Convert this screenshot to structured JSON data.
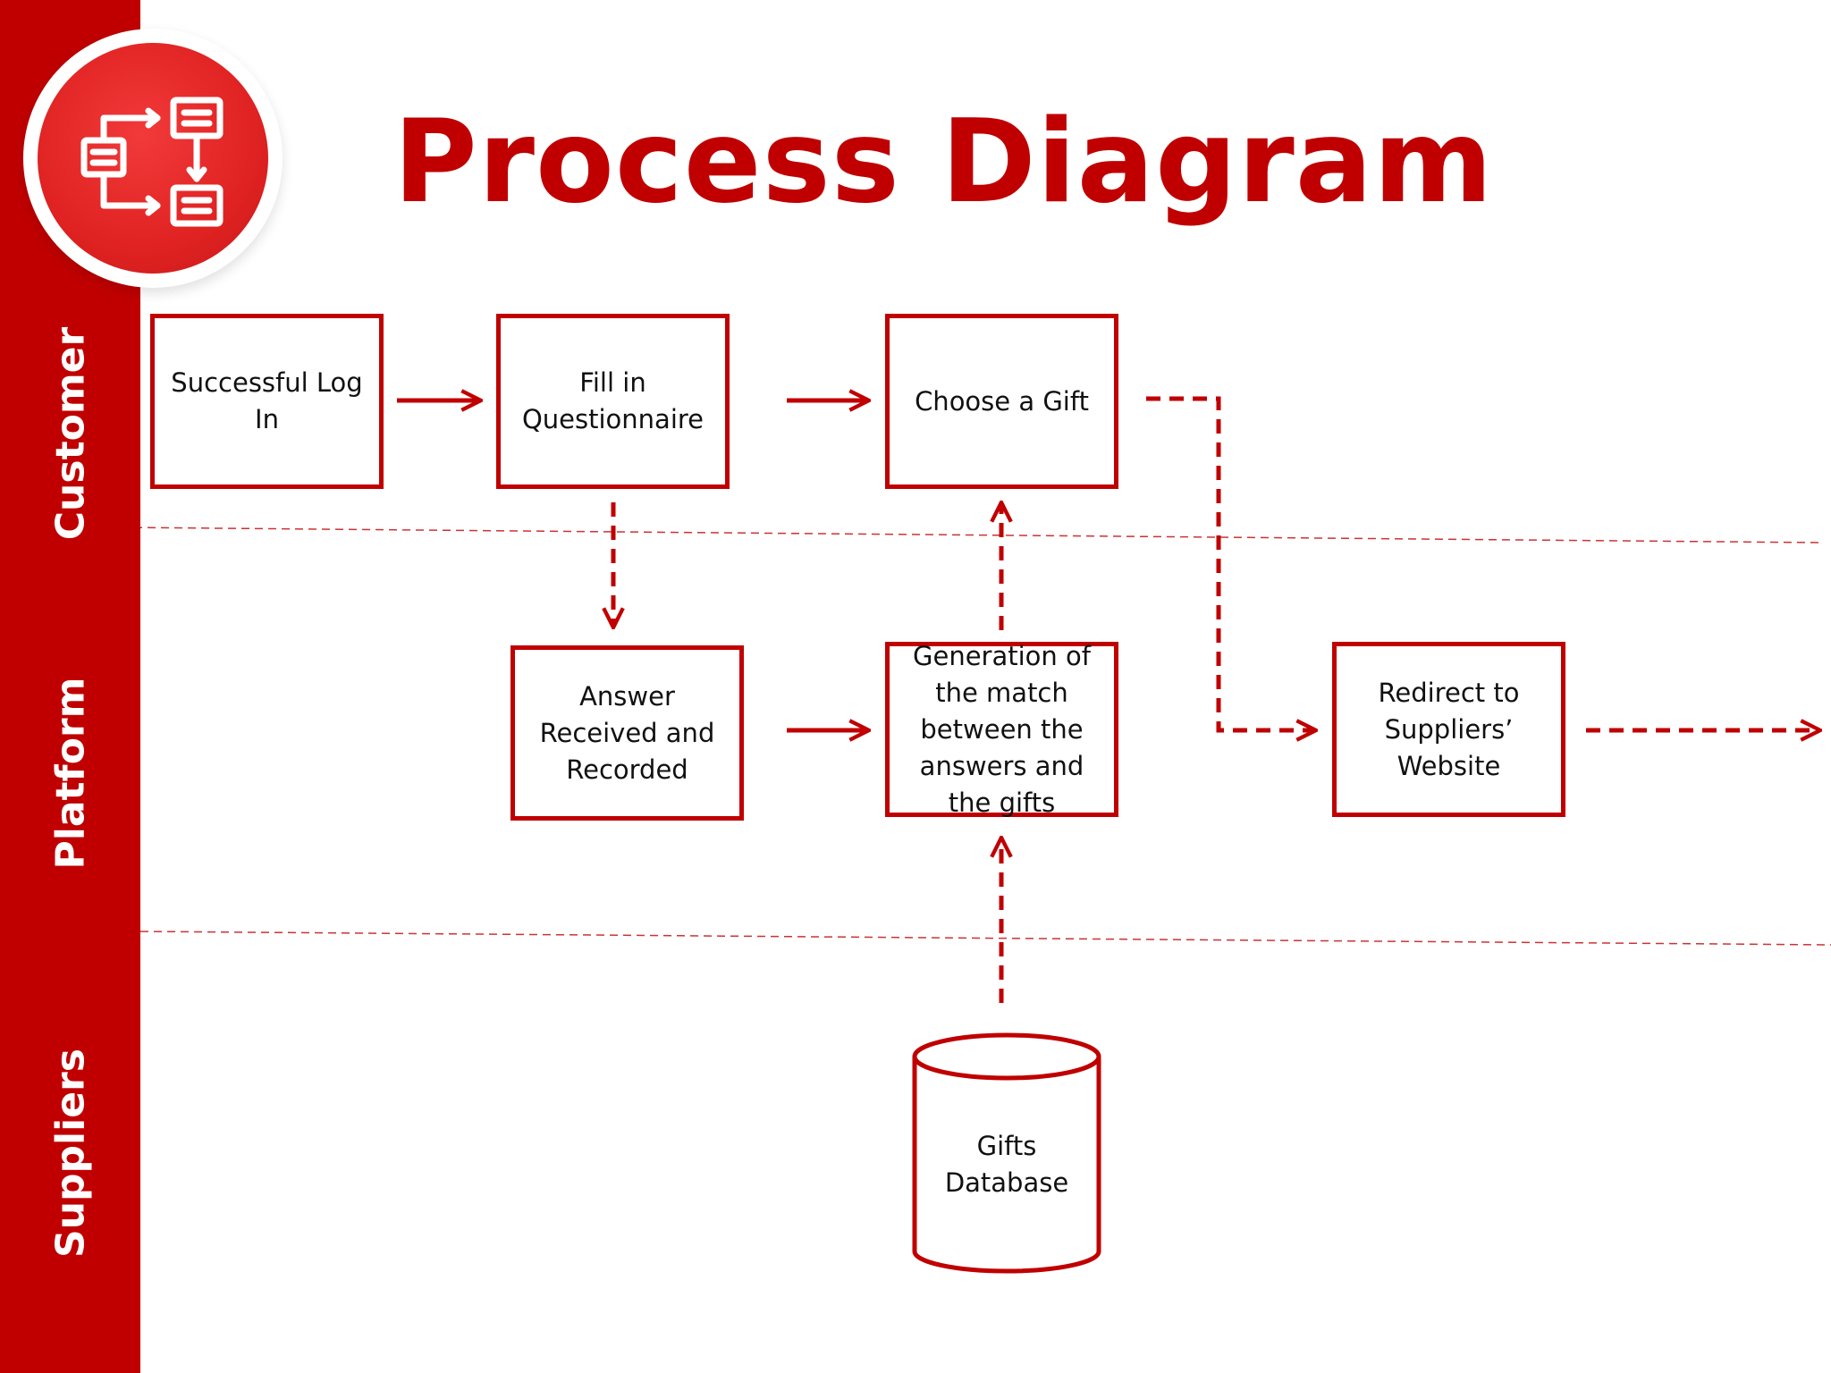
{
  "title": "Process Diagram",
  "icons": {
    "logo": "process-flow-icon"
  },
  "colors": {
    "accent": "#c00000",
    "logo_fill": "#e42a2a",
    "text": "#111111"
  },
  "lanes": [
    "Customer",
    "Platform",
    "Suppliers"
  ],
  "nodes": {
    "login": "Successful Log In",
    "questionnaire": "Fill in Questionnaire",
    "choose_gift": "Choose a Gift",
    "answer_recorded": "Answer Received and Recorded",
    "generation": "Generation of the match between the answers and the gifts",
    "redirect": "Redirect to Suppliers’ Website",
    "database": "Gifts Database"
  }
}
